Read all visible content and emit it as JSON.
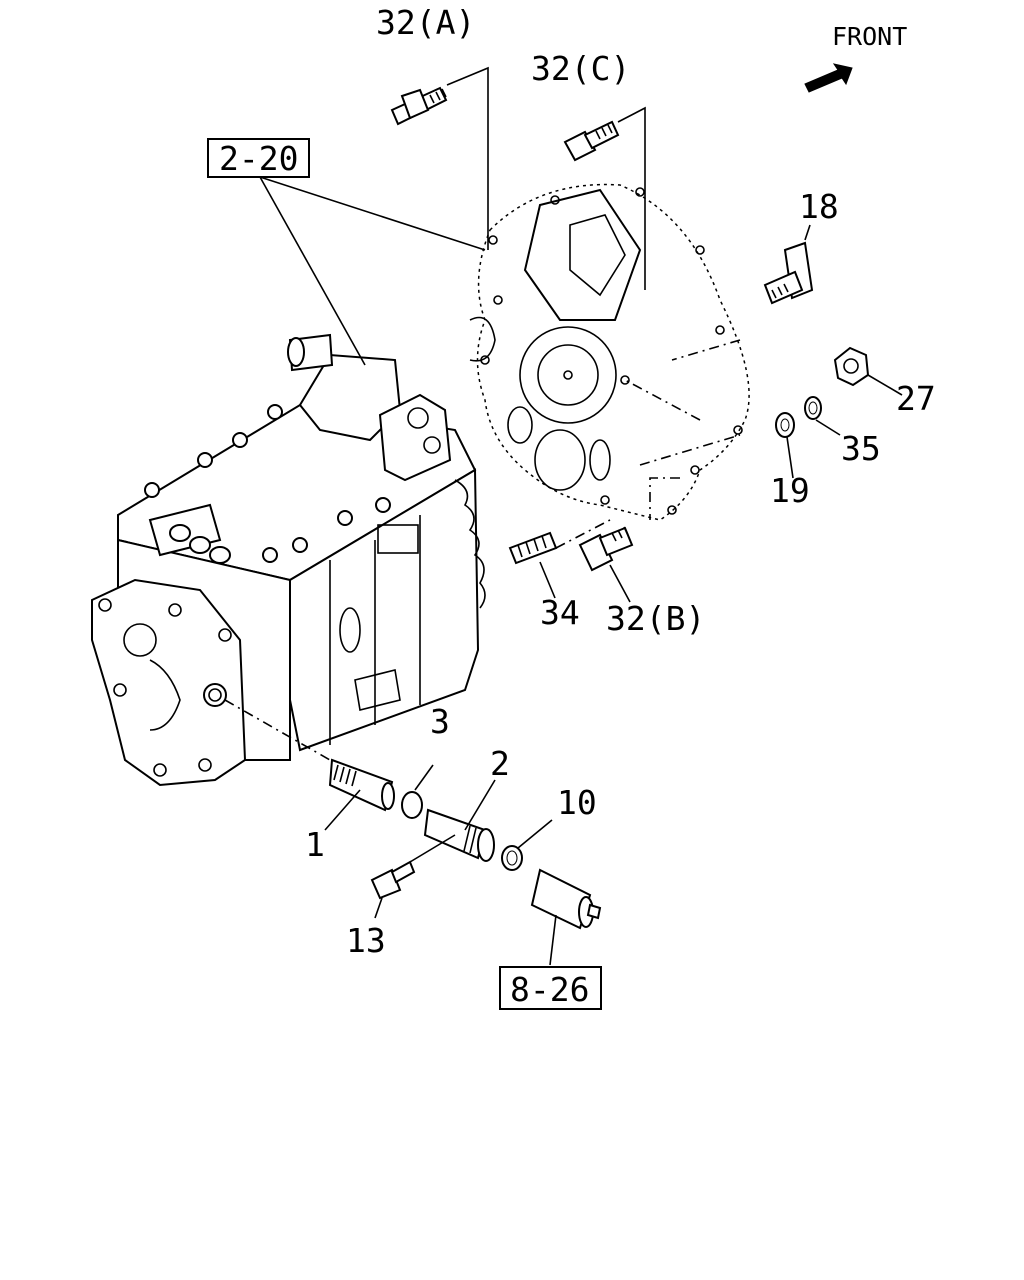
{
  "orientation": {
    "label": "FRONT",
    "arrow_icon": "front-arrow-icon"
  },
  "reference_boxes": [
    {
      "id": "ref-2-20",
      "text": "2-20"
    },
    {
      "id": "ref-8-26",
      "text": "8-26"
    }
  ],
  "callouts": [
    {
      "id": "32a",
      "text": "32(A)"
    },
    {
      "id": "32c",
      "text": "32(C)"
    },
    {
      "id": "18",
      "text": "18"
    },
    {
      "id": "27",
      "text": "27"
    },
    {
      "id": "35",
      "text": "35"
    },
    {
      "id": "19",
      "text": "19"
    },
    {
      "id": "34",
      "text": "34"
    },
    {
      "id": "32b",
      "text": "32(B)"
    },
    {
      "id": "3",
      "text": "3"
    },
    {
      "id": "2",
      "text": "2"
    },
    {
      "id": "10",
      "text": "10"
    },
    {
      "id": "1",
      "text": "1"
    },
    {
      "id": "13",
      "text": "13"
    }
  ],
  "colors": {
    "ink": "#000000",
    "paper": "#ffffff"
  }
}
